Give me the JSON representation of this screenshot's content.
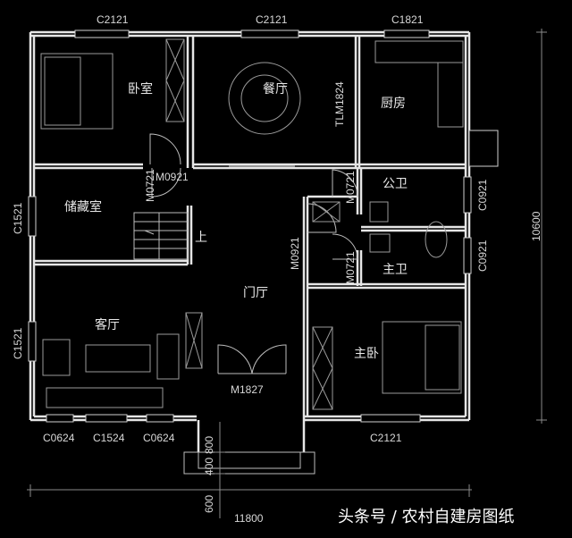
{
  "rooms": {
    "bedroom": "卧室",
    "dining": "餐厅",
    "kitchen": "厨房",
    "storage": "储藏室",
    "public_bath": "公卫",
    "master_bath": "主卫",
    "foyer": "门厅",
    "living": "客厅",
    "master_bedroom": "主卧",
    "stairs_up": "上"
  },
  "window_codes": {
    "top_left": "C2121",
    "top_mid": "C2121",
    "top_right": "C1821",
    "left_storage": "C1521",
    "left_living": "C1521",
    "right_pub_bath": "C0921",
    "right_master_bath": "C0921",
    "bottom_1": "C0624",
    "bottom_2": "C1524",
    "bottom_3": "C0624",
    "bottom_master": "C2121"
  },
  "door_codes": {
    "bedroom_door": "M0921",
    "storage_door": "M0721",
    "dining_door": "TLM1824",
    "pub_bath_door": "M0721",
    "master_bath_door": "M0721",
    "master_bed_door": "M0921",
    "entrance": "M1827"
  },
  "dimensions": {
    "total_width": "11800",
    "total_depth": "10600",
    "porch_depth": "800",
    "porch_step": "400",
    "step": "600"
  },
  "watermark": "头条号 / 农村自建房图纸"
}
